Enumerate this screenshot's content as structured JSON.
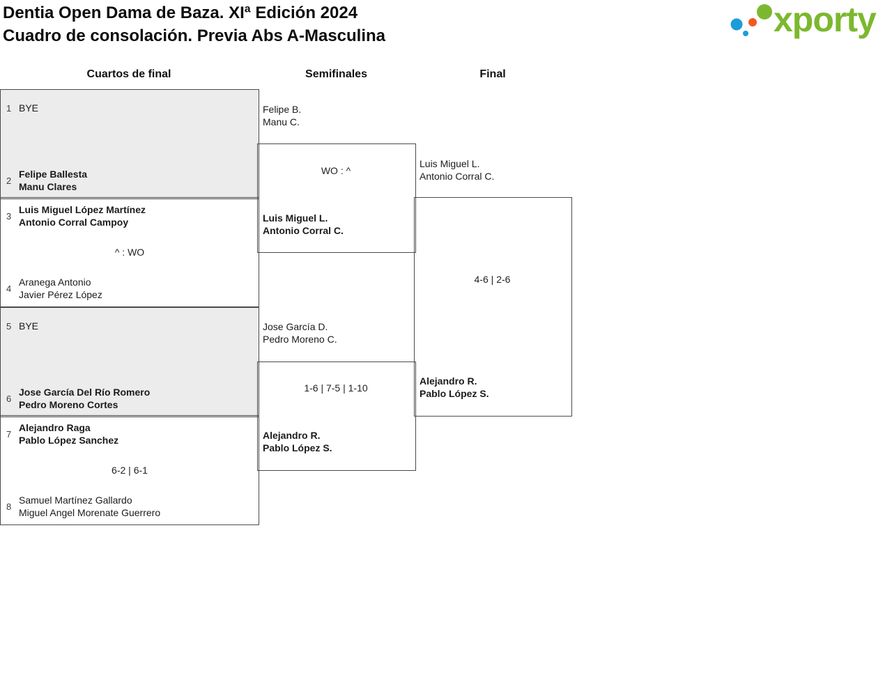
{
  "header": {
    "title": "Dentia Open Dama de Baza. XIª Edición 2024",
    "subtitle": "Cuadro de consolación. Previa Abs A-Masculina"
  },
  "logo": {
    "text": "xporty"
  },
  "rounds": {
    "quarterfinals": "Cuartos de final",
    "semifinals": "Semifinales",
    "final": "Final"
  },
  "quarterfinals": {
    "m1": {
      "bye": true,
      "seed1": "1",
      "team1": {
        "line1": "BYE",
        "line2": "",
        "winner": false
      },
      "seed2": "2",
      "team2": {
        "line1": "Felipe Ballesta",
        "line2": "Manu Clares",
        "winner": true
      },
      "score": ""
    },
    "m2": {
      "bye": false,
      "seed1": "3",
      "team1": {
        "line1": "Luis Miguel López Martínez",
        "line2": "Antonio Corral Campoy",
        "winner": true
      },
      "seed2": "4",
      "team2": {
        "line1": "Aranega Antonio",
        "line2": "Javier Pérez López",
        "winner": false
      },
      "score": "^ : WO"
    },
    "m3": {
      "bye": true,
      "seed1": "5",
      "team1": {
        "line1": "BYE",
        "line2": "",
        "winner": false
      },
      "seed2": "6",
      "team2": {
        "line1": "Jose García Del Río Romero",
        "line2": "Pedro Moreno Cortes",
        "winner": true
      },
      "score": ""
    },
    "m4": {
      "bye": false,
      "seed1": "7",
      "team1": {
        "line1": "Alejandro Raga",
        "line2": "Pablo López Sanchez",
        "winner": true
      },
      "seed2": "8",
      "team2": {
        "line1": "Samuel Martínez Gallardo",
        "line2": "Miguel Angel Morenate Guerrero",
        "winner": false
      },
      "score": "6-2 | 6-1"
    }
  },
  "semifinals": {
    "m1": {
      "team1": {
        "line1": "Felipe B.",
        "line2": "Manu C.",
        "winner": false
      },
      "team2": {
        "line1": "Luis Miguel L.",
        "line2": "Antonio Corral C.",
        "winner": true
      },
      "score": "WO : ^"
    },
    "m2": {
      "team1": {
        "line1": "Jose García D.",
        "line2": "Pedro Moreno C.",
        "winner": false
      },
      "team2": {
        "line1": "Alejandro R.",
        "line2": "Pablo López S.",
        "winner": true
      },
      "score": "1-6 | 7-5 | 1-10"
    }
  },
  "final": {
    "m1": {
      "team1": {
        "line1": "Luis Miguel L.",
        "line2": "Antonio Corral C.",
        "winner": false
      },
      "team2": {
        "line1": "Alejandro R.",
        "line2": "Pablo López S.",
        "winner": true
      },
      "score": "4-6 | 2-6"
    }
  },
  "colors": {
    "bye_fill": "#ececec",
    "line": "#4a4a4a",
    "logo_green": "#7cb82f",
    "logo_blue": "#1b9dd9",
    "logo_orange": "#f05a22"
  }
}
